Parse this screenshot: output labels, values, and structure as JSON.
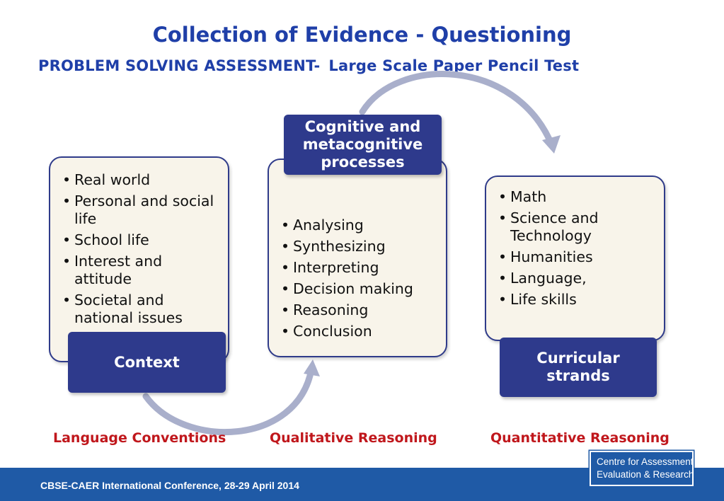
{
  "title": "Collection of Evidence - Questioning",
  "subtitle": {
    "part1": "PROBLEM SOLVING ASSESSMENT-",
    "part2": "Large Scale Paper Pencil Test"
  },
  "context": {
    "label": "Context",
    "items": [
      "Real world",
      "Personal and social life",
      "School life",
      "Interest and attitude",
      "Societal and national issues"
    ]
  },
  "processes": {
    "label": "Cognitive and metacognitive processes",
    "items": [
      "Analysing",
      "Synthesizing",
      "Interpreting",
      "Decision making",
      "Reasoning",
      "Conclusion"
    ]
  },
  "strands": {
    "label": "Curricular strands",
    "items": [
      "Math",
      "Science and Technology",
      "Humanities",
      "Language,",
      "Life skills"
    ]
  },
  "bottom_labels": {
    "left": "Language Conventions",
    "middle": "Qualitative Reasoning",
    "right": "Quantitative Reasoning"
  },
  "footer": {
    "conference": "CBSE-CAER International Conference, 28-29 April 2014",
    "logo_line1": "Centre for Assessment",
    "logo_line2": "Evaluation & Research"
  },
  "colors": {
    "title": "#1f3fa8",
    "panel_border": "#2f3b8a",
    "label_fill": "#2e3a8c",
    "panel_fill": "#f8f4ea",
    "arrow": "#a9afcb",
    "red_text": "#c0171c",
    "footer": "#1f5aa6"
  }
}
